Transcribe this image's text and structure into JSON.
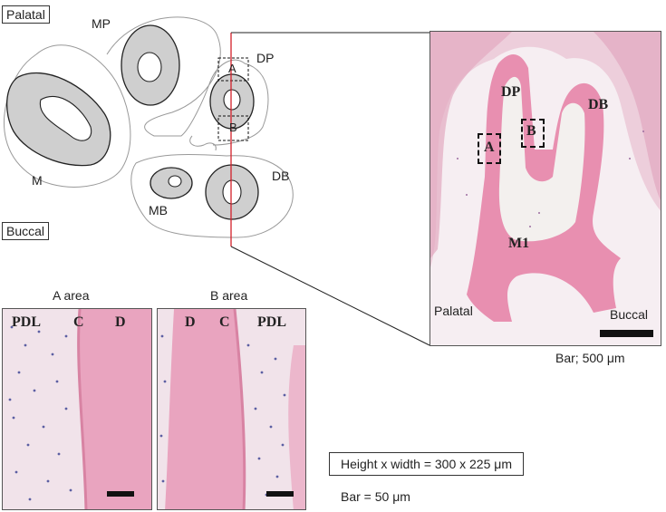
{
  "schematic": {
    "palatal": "Palatal",
    "buccal": "Buccal",
    "roots": {
      "MP": "MP",
      "DP": "DP",
      "M": "M",
      "MB": "MB",
      "DB": "DB"
    },
    "area_A": "A",
    "area_B": "B"
  },
  "section_photo": {
    "labels": {
      "DP": "DP",
      "DB": "DB",
      "M1": "M1",
      "A": "A",
      "B": "B",
      "palatal": "Palatal",
      "buccal": "Buccal"
    },
    "scale_bar": "Bar; 500 μm"
  },
  "a_area": {
    "title": "A area",
    "labels": {
      "PDL": "PDL",
      "C": "C",
      "D": "D"
    }
  },
  "b_area": {
    "title": "B area",
    "labels": {
      "D": "D",
      "C": "C",
      "PDL": "PDL"
    }
  },
  "dimensions": "Height x width = 300 x 225 μm",
  "bar_note": "Bar = 50 μm",
  "colors": {
    "root_fill": "#cfcfcf",
    "outline": "#999999",
    "cut_line": "#d2202a",
    "tissue_pink": "#eab2c6",
    "dentin_pink": "#e88fb0"
  }
}
